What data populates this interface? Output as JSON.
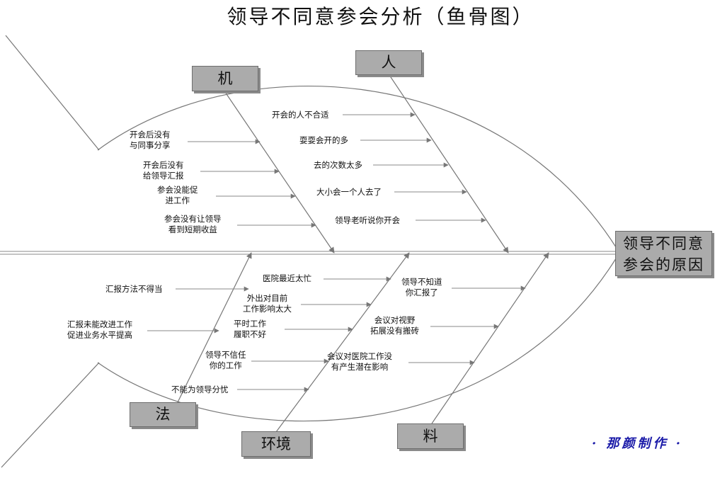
{
  "title": "领导不同意参会分析（鱼骨图）",
  "head": "领导不同意\n参会的原因",
  "categories": {
    "machine": "机",
    "people": "人",
    "method": "法",
    "environment": "环境",
    "material": "料"
  },
  "causes": {
    "machine": [
      "开会后没有\n与同事分享",
      "开会后没有\n给领导汇报",
      "参会没能促\n进工作",
      "参会没有让领导\n看到短期收益"
    ],
    "people": [
      "开会的人不合适",
      "耍耍会开的多",
      "去的次数太多",
      "大小会一个人去了",
      "领导老听说你开会"
    ],
    "method": [
      "汇报方法不得当",
      "汇报未能改进工作\n促进业务水平提高",
      "领导不信任\n你的工作",
      "不能为领导分忧"
    ],
    "environment": [
      "医院最近太忙",
      "外出对目前\n工作影响太大",
      "平时工作\n履职不好",
      "会议对医院工作没\n有产生潜在影响"
    ],
    "material": [
      "领导不知道\n你汇报了",
      "会议对视野\n拓展没有搬砖"
    ]
  },
  "credit": "· 那颜制作 ·"
}
